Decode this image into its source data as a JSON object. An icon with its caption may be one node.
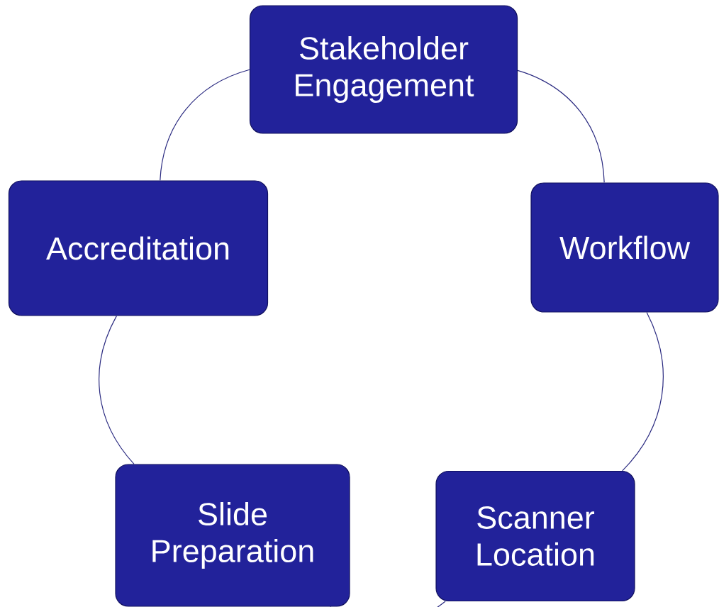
{
  "diagram": {
    "nodes": [
      {
        "text": [
          "Stakeholder Engagement"
        ]
      },
      {
        "text": [
          "Workflow"
        ]
      },
      {
        "text": [
          "Scanner Location"
        ]
      },
      {
        "text": [
          "Slide Preparation"
        ]
      },
      {
        "text": [
          "Accreditation"
        ]
      }
    ],
    "edges": [
      {
        "from": 0,
        "to": 1,
        "arrow": "none"
      },
      {
        "from": 1,
        "to": 2,
        "arrow": "none"
      },
      {
        "from": 2,
        "to": 3,
        "arrow": "none"
      },
      {
        "from": 3,
        "to": 4,
        "arrow": "none"
      },
      {
        "from": 4,
        "to": 0,
        "arrow": "none"
      }
    ]
  }
}
